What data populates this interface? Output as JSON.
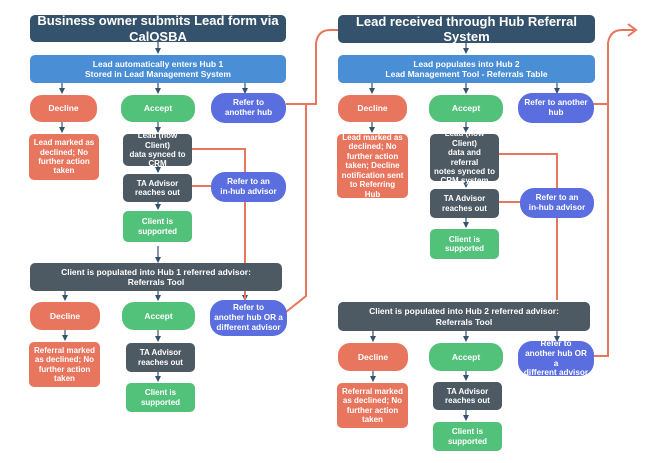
{
  "colors": {
    "title": "#34526b",
    "hub_step": "#4a8ed6",
    "decline": "#e8755e",
    "accept": "#52c17a",
    "refer": "#5a6ee0",
    "advisor": "#4d5963",
    "connector_arrow": "#34526b",
    "connector_refer": "#e8755e"
  },
  "left": {
    "title": "Business owner submits Lead form via CalOSBA",
    "hub_step": "Lead automatically enters Hub 1\nStored in Lead Management System",
    "decline": "Decline",
    "accept": "Accept",
    "refer_hub": "Refer to\nanother hub",
    "declined_note": "Lead marked as\ndeclined; No\nfurther action\ntaken",
    "crm_sync": "Lead (now Client)\ndata synced to\nCRM",
    "ta_advisor": "TA Advisor\nreaches out",
    "refer_inhub": "Refer to an\nin-hub advisor",
    "supported": "Client is\nsupported",
    "populate": "Client is populated into Hub 1 referred advisor:\nReferrals Tool",
    "decline2": "Decline",
    "accept2": "Accept",
    "refer_other": "Refer to\nanother hub OR a\ndifferent advisor",
    "referral_declined": "Referral marked\nas declined; No\nfurther action\ntaken",
    "ta_advisor2": "TA Advisor\nreaches out",
    "supported2": "Client is\nsupported"
  },
  "right": {
    "title": "Lead received through Hub Referral System",
    "hub_step": "Lead populates into Hub 2\nLead Management Tool - Referrals Table",
    "decline": "Decline",
    "accept": "Accept",
    "refer_hub": "Refer to another\nhub",
    "declined_note": "Lead marked as\ndeclined; No\nfurther action\ntaken; Decline\nnotification sent\nto Referring Hub",
    "crm_sync": "Lead (now Client)\ndata and referral\nnotes synced to\nCRM system",
    "ta_advisor": "TA Advisor\nreaches out",
    "refer_inhub": "Refer to an\nin-hub advisor",
    "supported": "Client is\nsupported",
    "populate": "Client is populated into Hub 2 referred advisor:\nReferrals Tool",
    "decline2": "Decline",
    "accept2": "Accept",
    "refer_other": "Refer to\nanother hub OR a\ndifferent advisor",
    "referral_declined": "Referral marked\nas declined; No\nfurther action\ntaken",
    "ta_advisor2": "TA Advisor\nreaches out",
    "supported2": "Client is\nsupported"
  }
}
